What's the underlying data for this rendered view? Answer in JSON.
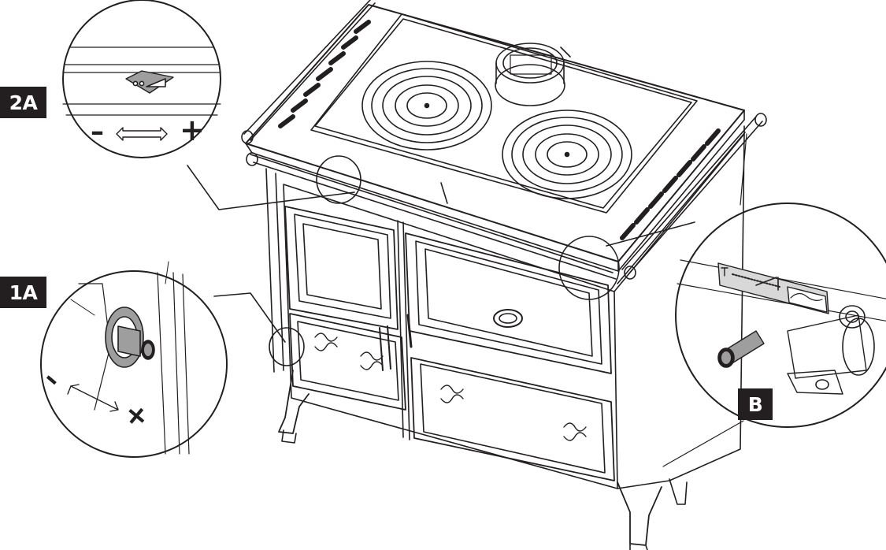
{
  "labels": {
    "detail_2a": "2A",
    "detail_1a": "1A",
    "detail_b": "B"
  },
  "adjust_signs": {
    "minus": "–",
    "plus": "+"
  },
  "colors": {
    "line": "#231f20",
    "badge_bg": "#231f20",
    "badge_text": "#ffffff",
    "background": "#ffffff",
    "shade": "#9e9e9e"
  },
  "icons": {
    "stove": "wood-cook-stove-drawing",
    "detail_2a": "top-damper-slider-icon",
    "detail_1a": "air-regulation-knob-icon",
    "detail_b": "oven-thermostat-lever-icon",
    "arrows": "double-arrow-icon"
  }
}
